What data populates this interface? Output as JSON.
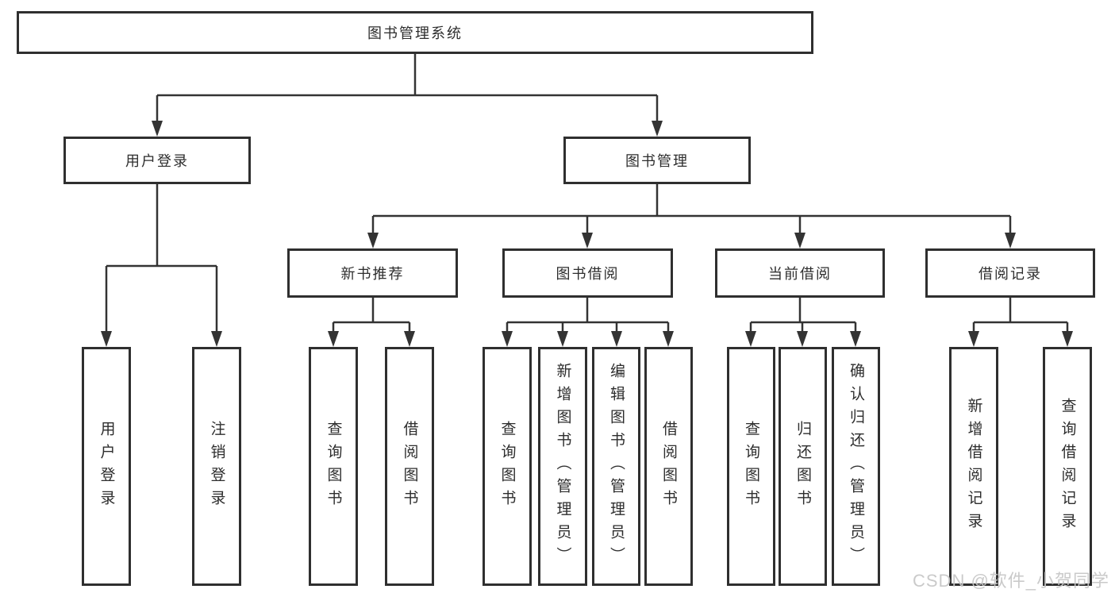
{
  "diagram": {
    "root": {
      "label": "图书管理系统"
    },
    "branches": [
      {
        "label": "用户登录",
        "children": [
          {
            "label": "用户登录"
          },
          {
            "label": "注销登录"
          }
        ]
      },
      {
        "label": "图书管理",
        "children": [
          {
            "label": "新书推荐",
            "children": [
              {
                "label": "查询图书"
              },
              {
                "label": "借阅图书"
              }
            ]
          },
          {
            "label": "图书借阅",
            "children": [
              {
                "label": "查询图书"
              },
              {
                "label": "新增图书（管理员）"
              },
              {
                "label": "编辑图书（管理员）"
              },
              {
                "label": "借阅图书"
              }
            ]
          },
          {
            "label": "当前借阅",
            "children": [
              {
                "label": "查询图书"
              },
              {
                "label": "归还图书"
              },
              {
                "label": "确认归还（管理员）"
              }
            ]
          },
          {
            "label": "借阅记录",
            "children": [
              {
                "label": "新增借阅记录"
              },
              {
                "label": "查询借阅记录"
              }
            ]
          }
        ]
      }
    ]
  },
  "watermark": {
    "text": "CSDN @软件_小贺同学"
  },
  "colors": {
    "line": "#333333",
    "border": "#2f2f2f",
    "text": "#2d2d2d",
    "background": "#ffffff",
    "watermark": "#c6c6c6"
  }
}
